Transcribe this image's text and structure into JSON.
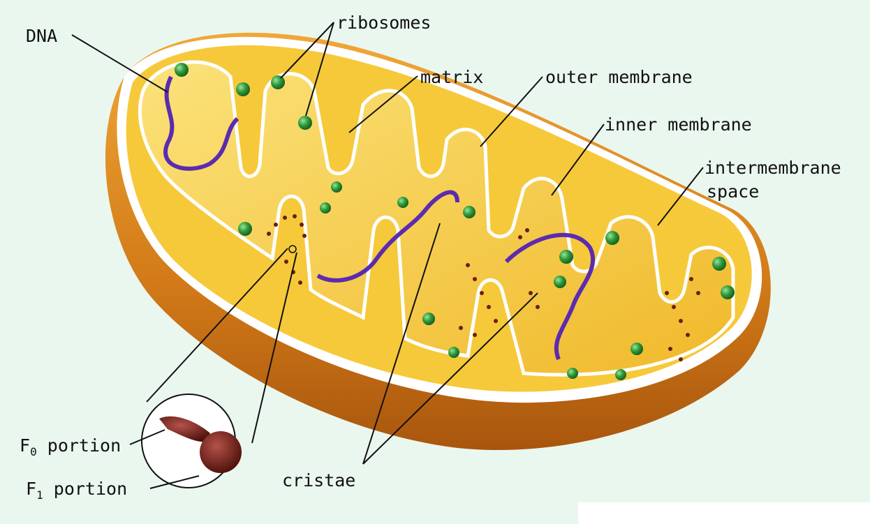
{
  "labels": {
    "dna": "DNA",
    "ribosomes": "ribosomes",
    "matrix": "matrix",
    "outer_membrane": "outer membrane",
    "inner_membrane": "inner membrane",
    "intermembrane_line1": "intermembrane",
    "intermembrane_line2": "space",
    "f0_letter": "F",
    "f0_sub": "0",
    "f0_word": "portion",
    "f1_letter": "F",
    "f1_sub": "1",
    "f1_word": "portion",
    "cristae": "cristae"
  },
  "colors": {
    "background": "#eaf7ef",
    "outer_shell": "#d7881f",
    "matrix_fill": "#f4c93a",
    "membrane_edge": "#ffffff",
    "ribosome": "#2e9a3a",
    "dna": "#5b2bb0",
    "atp_synthase": "#6b1e12"
  }
}
